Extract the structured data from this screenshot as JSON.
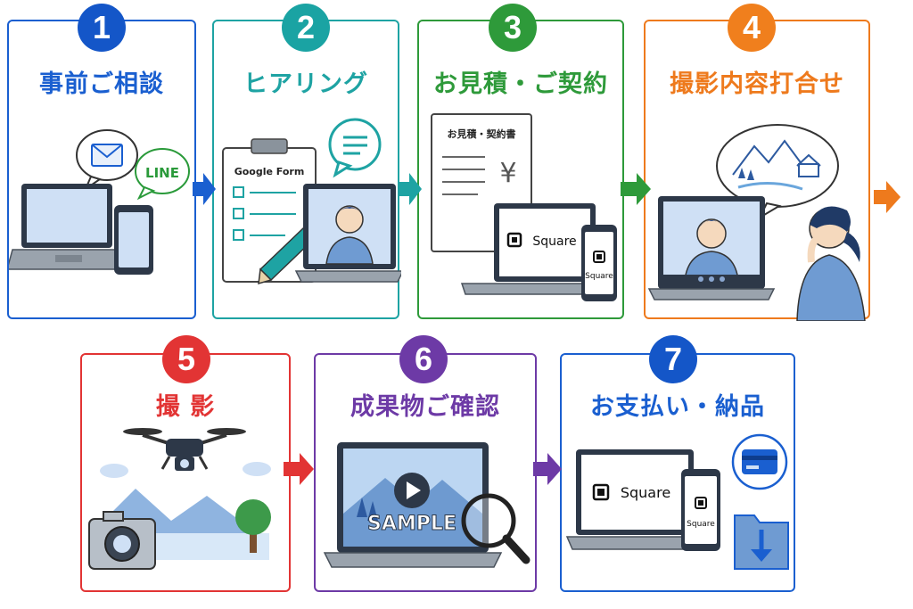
{
  "steps": [
    {
      "number": "1",
      "title": "事前ご相談",
      "color": "#1a5fd0",
      "badge_color": "#1456c8",
      "labels": {
        "line": "LINE"
      }
    },
    {
      "number": "2",
      "title": "ヒアリング",
      "color": "#1ea3a3",
      "badge_color": "#1aa3a3",
      "labels": {
        "form": "Google Form"
      }
    },
    {
      "number": "3",
      "title": "お見積・ご契約",
      "color": "#2e9a3a",
      "badge_color": "#2e9a3a",
      "labels": {
        "doc": "お見積・契約書",
        "yen": "¥",
        "square": "Square",
        "square_small": "Square"
      }
    },
    {
      "number": "4",
      "title": "撮影内容打合せ",
      "color": "#ee7a1d",
      "badge_color": "#f07f1d",
      "labels": {}
    },
    {
      "number": "5",
      "title": "撮 影",
      "color": "#e23434",
      "badge_color": "#e23434",
      "labels": {}
    },
    {
      "number": "6",
      "title": "成果物ご確認",
      "color": "#6d3aa6",
      "badge_color": "#6d3aa6",
      "labels": {
        "sample": "SAMPLE"
      }
    },
    {
      "number": "7",
      "title": "お支払い・納品",
      "color": "#1a5fd0",
      "badge_color": "#1456c8",
      "labels": {
        "square": "Square",
        "square_small": "Square"
      }
    }
  ]
}
